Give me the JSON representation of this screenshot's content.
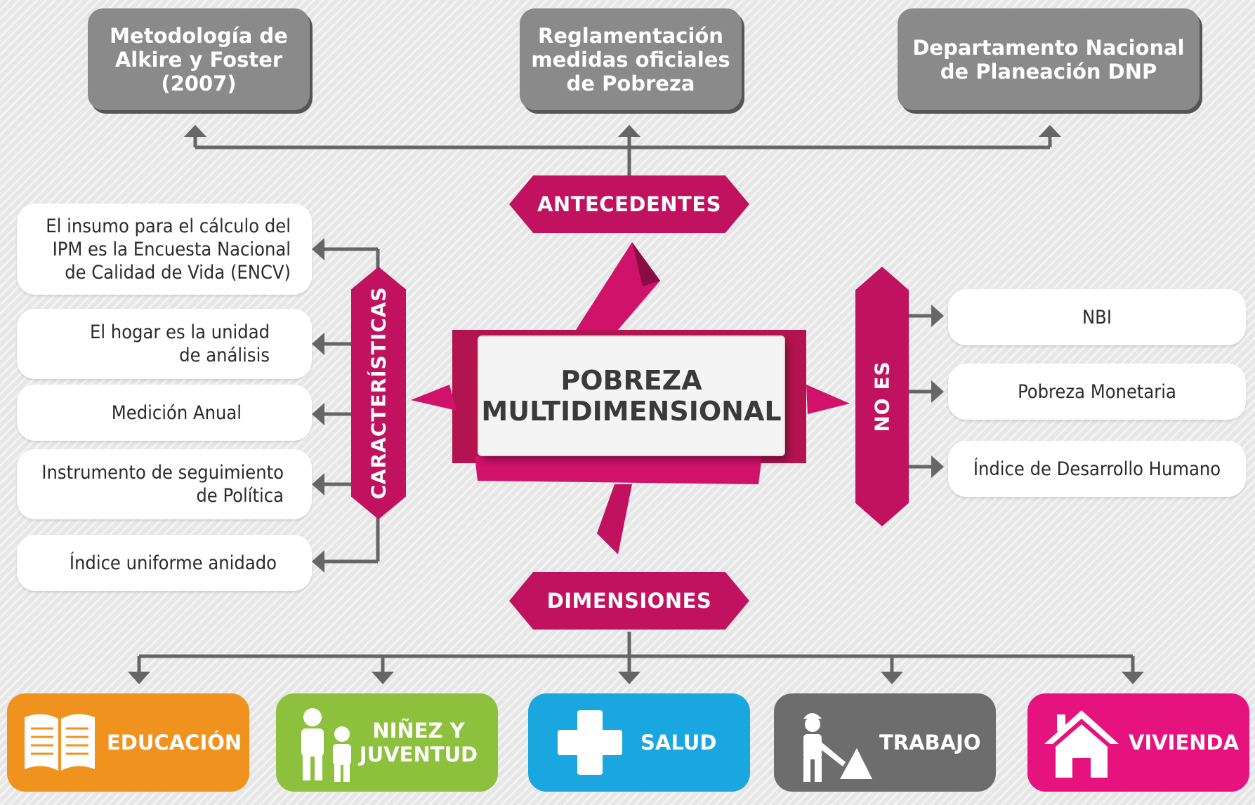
{
  "antecedentes": {
    "label": "ANTECEDENTES",
    "items": [
      "Metodología de\nAlkire y Foster\n(2007)",
      "Reglamentación\nmedidas oficiales\nde Pobreza",
      "Departamento Nacional\nde Planeación DNP"
    ]
  },
  "center": {
    "title": "POBREZA\nMULTIDIMENSIONAL"
  },
  "caracteristicas": {
    "label": "CARACTERÍSTICAS",
    "items": [
      "El insumo para el cálculo del\nIPM es la Encuesta Nacional\nde Calidad de Vida (ENCV)",
      "El hogar es la unidad\nde análisis",
      "Medición Anual",
      "Instrumento de seguimiento\nde Política",
      "Índice uniforme anidado"
    ]
  },
  "no_es": {
    "label": "NO ES",
    "items": [
      "NBI",
      "Pobreza Monetaria",
      "Índice de Desarrollo Humano"
    ]
  },
  "dimensiones": {
    "label": "DIMENSIONES",
    "items": [
      {
        "label": "EDUCACIÓN",
        "color": "#f0921e",
        "icon": "book-icon"
      },
      {
        "label": "NIÑEZ Y\nJUVENTUD",
        "color": "#8cc03d",
        "icon": "children-icon"
      },
      {
        "label": "SALUD",
        "color": "#1aa6df",
        "icon": "health-cross-icon"
      },
      {
        "label": "TRABAJO",
        "color": "#6d6d6d",
        "icon": "worker-icon"
      },
      {
        "label": "VIVIENDA",
        "color": "#e6127e",
        "icon": "house-icon"
      }
    ]
  },
  "colors": {
    "magenta": "#c0125f",
    "grey_box": "#8a8a8a",
    "line": "#666666"
  }
}
